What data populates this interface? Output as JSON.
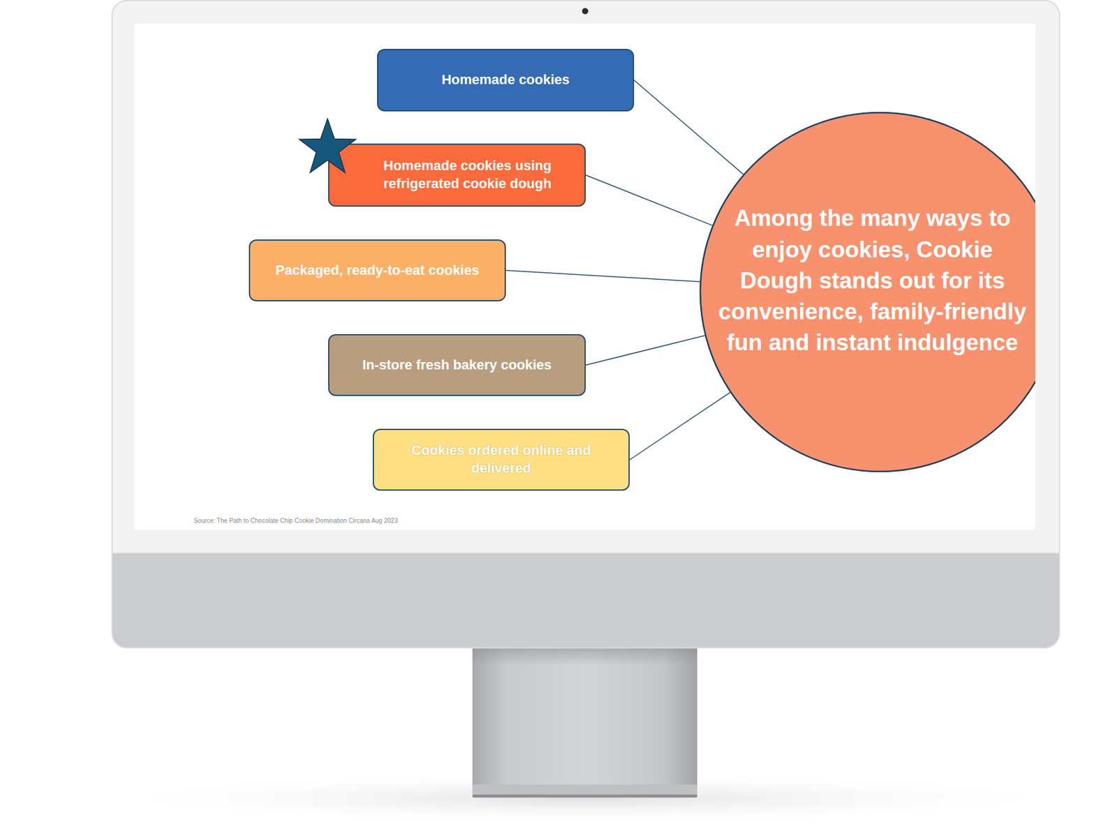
{
  "diagram": {
    "nodes": [
      {
        "text": [
          "Homemade cookies"
        ]
      },
      {
        "text": [
          "Homemade cookies using refrigerated cookie dough"
        ]
      },
      {
        "text": [
          "Packaged, ready-to-eat cookies"
        ]
      },
      {
        "text": [
          "In-store fresh bakery cookies"
        ]
      },
      {
        "text": [
          "Cookies ordered online and delivered"
        ]
      },
      {
        "text": [
          "Among the many ways to enjoy cookies, Cookie Dough stands out for its convenience, family-friendly fun and instant indulgence"
        ]
      }
    ],
    "edges": [
      {
        "from": 0,
        "to": 5,
        "arrow": "none"
      },
      {
        "from": 1,
        "to": 5,
        "arrow": "none"
      },
      {
        "from": 2,
        "to": 5,
        "arrow": "none"
      },
      {
        "from": 3,
        "to": 5,
        "arrow": "none"
      },
      {
        "from": 4,
        "to": 5,
        "arrow": "none"
      }
    ],
    "labels": [
      "Source: The Path to Chocolate Chip Cookie Domination Circana Aug 2023"
    ]
  }
}
